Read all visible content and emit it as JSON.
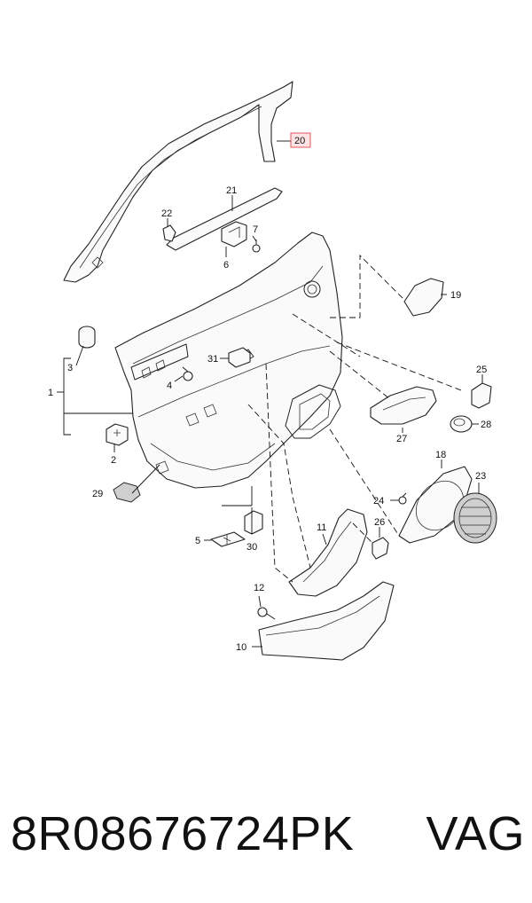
{
  "labels": {
    "p1": "1",
    "p2": "2",
    "p3": "3",
    "p4": "4",
    "p5": "5",
    "p6": "6",
    "p7": "7",
    "p10": "10",
    "p11": "11",
    "p12": "12",
    "p18": "18",
    "p19": "19",
    "p20": "20",
    "p21": "21",
    "p22": "22",
    "p23": "23",
    "p24": "24",
    "p25": "25",
    "p26": "26",
    "p27": "27",
    "p28": "28",
    "p29": "29",
    "p30": "30",
    "p31": "31"
  },
  "footer": {
    "part_number": "8R08676724PK",
    "brand": "VAG"
  },
  "colors": {
    "highlight_fill": "#fde3e3",
    "highlight_border": "#e05a5a"
  }
}
